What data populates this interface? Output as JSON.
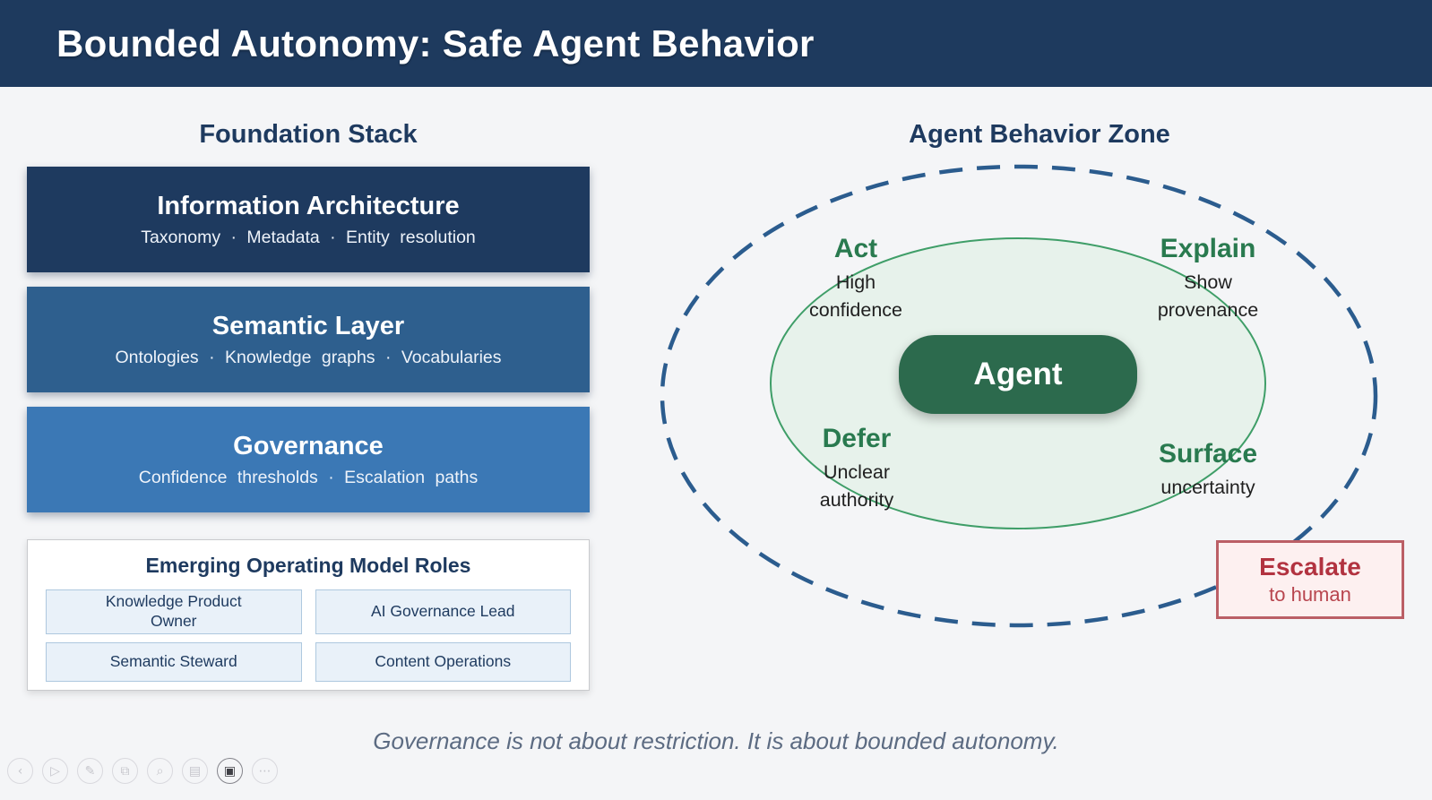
{
  "header": {
    "title": "Bounded Autonomy: Safe Agent Behavior"
  },
  "foundation": {
    "heading": "Foundation Stack",
    "layers": [
      {
        "title": "Information Architecture",
        "subtitle": "Taxonomy · Metadata · Entity resolution",
        "color": "#1e3a5f"
      },
      {
        "title": "Semantic Layer",
        "subtitle": "Ontologies · Knowledge graphs · Vocabularies",
        "color": "#2e5f8e"
      },
      {
        "title": "Governance",
        "subtitle": "Confidence thresholds · Escalation paths",
        "color": "#3b78b5"
      }
    ],
    "roles": {
      "heading": "Emerging Operating Model Roles",
      "items": [
        "Knowledge Product Owner",
        "AI Governance Lead",
        "Semantic Steward",
        "Content Operations"
      ]
    }
  },
  "zone": {
    "heading": "Agent Behavior Zone",
    "agent_label": "Agent",
    "behaviors": [
      {
        "title": "Act",
        "subtitle": "High confidence"
      },
      {
        "title": "Explain",
        "subtitle": "Show provenance"
      },
      {
        "title": "Defer",
        "subtitle": "Unclear authority"
      },
      {
        "title": "Surface",
        "subtitle": "uncertainty"
      }
    ],
    "escalate": {
      "title": "Escalate",
      "subtitle": "to human"
    },
    "colors": {
      "boundary_stroke": "#2b5c8e",
      "safe_zone_fill": "#e7f2eb",
      "safe_zone_stroke": "#3f9e68",
      "agent_bg": "#2c6a4d",
      "behavior_title_text": "#297a4f",
      "escalate_border": "#bb5f66",
      "escalate_bg": "#fdf0f0",
      "escalate_text": "#b23340"
    }
  },
  "footer": {
    "quote": "Governance is not about restriction. It is about bounded autonomy."
  },
  "toolbar": {
    "icons": [
      {
        "name": "chevron-left-icon",
        "glyph": "‹"
      },
      {
        "name": "play-icon",
        "glyph": "▷"
      },
      {
        "name": "pen-icon",
        "glyph": "✎"
      },
      {
        "name": "copy-icon",
        "glyph": "⧉"
      },
      {
        "name": "search-icon",
        "glyph": "⌕"
      },
      {
        "name": "notes-icon",
        "glyph": "▤"
      },
      {
        "name": "video-camera-icon",
        "glyph": "▣"
      },
      {
        "name": "more-icon",
        "glyph": "⋯"
      }
    ]
  },
  "colors": {
    "header_bg": "#1e3a5e",
    "page_bg": "#f4f5f7",
    "heading_text": "#1e3a5f",
    "chip_bg": "#e9f1f9",
    "chip_border": "#aec8df",
    "quote_text": "#5c6b82"
  }
}
